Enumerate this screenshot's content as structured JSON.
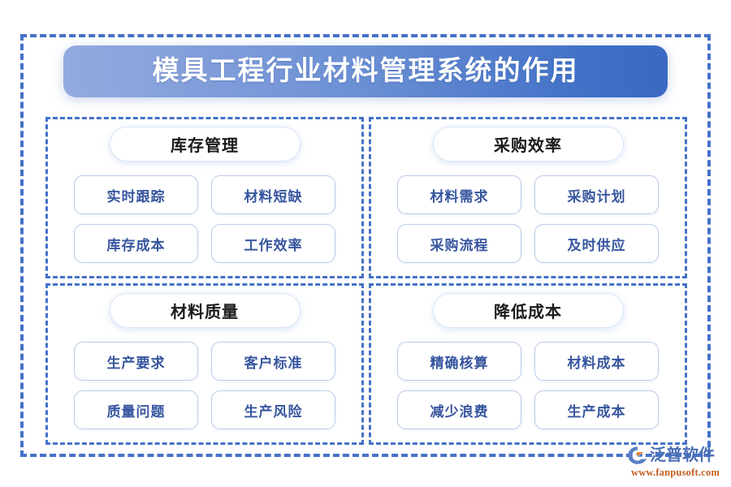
{
  "title": {
    "text": "模具工程行业材料管理系统的作用",
    "gradient_from": "#93aadf",
    "gradient_to": "#3a69c3",
    "text_color": "#ffffff"
  },
  "theme": {
    "frame_color": "#4571c8",
    "card_border": "#bccbe9",
    "item_text_color": "#37569f",
    "header_text_color": "#1a1a1a",
    "background": "#ffffff"
  },
  "quadrants": [
    {
      "header": "库存管理",
      "items": [
        "实时跟踪",
        "材料短缺",
        "库存成本",
        "工作效率"
      ]
    },
    {
      "header": "采购效率",
      "items": [
        "材料需求",
        "采购计划",
        "采购流程",
        "及时供应"
      ]
    },
    {
      "header": "材料质量",
      "items": [
        "生产要求",
        "客户标准",
        "质量问题",
        "生产风险"
      ]
    },
    {
      "header": "降低成本",
      "items": [
        "精确核算",
        "材料成本",
        "减少浪费",
        "生产成本"
      ]
    }
  ],
  "watermark": {
    "brand": "泛普软件",
    "url": "www.fanpusoft.com",
    "brand_color": "#4a6fb5",
    "url_color": "#c2601f"
  }
}
